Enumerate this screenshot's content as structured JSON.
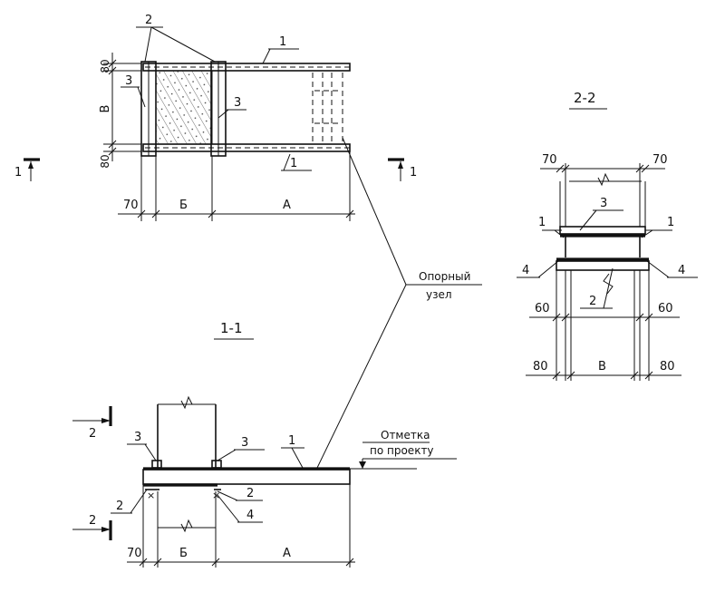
{
  "drawing": {
    "plan": {
      "labels": {
        "callout_1_top": "1",
        "callout_1_bottom": "1",
        "callout_2": "2",
        "callout_3_left": "3",
        "callout_3_right": "3",
        "dim_top": "80",
        "dim_bottom": "80",
        "dim_width": "В",
        "dim_70": "70",
        "dim_b": "Б",
        "dim_a": "А",
        "section_mark_left": "1",
        "section_mark_right": "1"
      }
    },
    "section_22": {
      "title": "2-2",
      "labels": {
        "dim_70_left": "70",
        "dim_70_right": "70",
        "callout_3": "3",
        "callout_1_left": "1",
        "callout_1_right": "1",
        "callout_4_left": "4",
        "callout_4_right": "4",
        "callout_2": "2",
        "dim_60_left": "60",
        "dim_60_right": "60",
        "dim_80_left": "80",
        "dim_w": "В",
        "dim_80_right": "80"
      }
    },
    "support_note": {
      "line1": "Опорный",
      "line2": "узел"
    },
    "section_11": {
      "title": "1-1",
      "labels": {
        "mark_2_top": "2",
        "mark_2_bottom": "2",
        "callout_3_left": "3",
        "callout_3_right": "3",
        "callout_1": "1",
        "callout_2_left": "2",
        "callout_2_right": "2",
        "callout_4": "4",
        "dim_70": "70",
        "dim_b": "Б",
        "dim_a": "А"
      },
      "elevation_line1": "Отметка",
      "elevation_line2": "по проекту"
    }
  }
}
